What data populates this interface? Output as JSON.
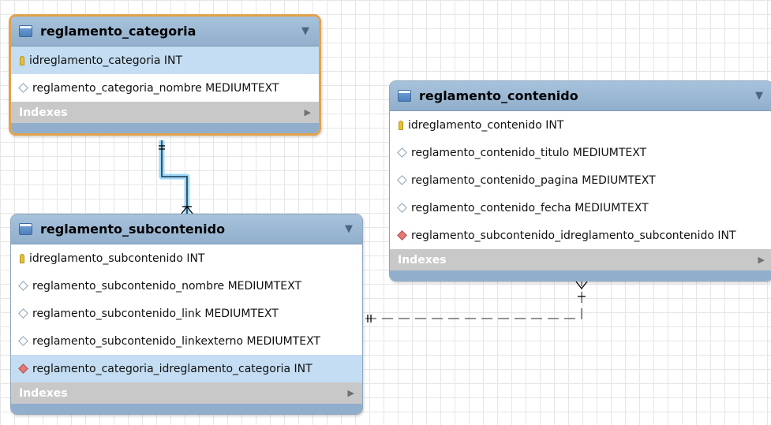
{
  "tables": {
    "categoria": {
      "name": "reglamento_categoria",
      "columns": [
        {
          "text": "idreglamento_categoria INT",
          "kind": "pk",
          "highlighted": true
        },
        {
          "text": "reglamento_categoria_nombre MEDIUMTEXT",
          "kind": "col",
          "highlighted": false
        }
      ],
      "indexes_label": "Indexes",
      "selected": true
    },
    "contenido": {
      "name": "reglamento_contenido",
      "columns": [
        {
          "text": "idreglamento_contenido INT",
          "kind": "pk",
          "highlighted": false
        },
        {
          "text": "reglamento_contenido_titulo MEDIUMTEXT",
          "kind": "col",
          "highlighted": false
        },
        {
          "text": "reglamento_contenido_pagina MEDIUMTEXT",
          "kind": "col",
          "highlighted": false
        },
        {
          "text": "reglamento_contenido_fecha MEDIUMTEXT",
          "kind": "col",
          "highlighted": false
        },
        {
          "text": "reglamento_subcontenido_idreglamento_subcontenido INT",
          "kind": "fk",
          "highlighted": false
        }
      ],
      "indexes_label": "Indexes",
      "selected": false
    },
    "subcontenido": {
      "name": "reglamento_subcontenido",
      "columns": [
        {
          "text": "idreglamento_subcontenido INT",
          "kind": "pk",
          "highlighted": false
        },
        {
          "text": "reglamento_subcontenido_nombre MEDIUMTEXT",
          "kind": "col",
          "highlighted": false
        },
        {
          "text": "reglamento_subcontenido_link MEDIUMTEXT",
          "kind": "col",
          "highlighted": false
        },
        {
          "text": "reglamento_subcontenido_linkexterno MEDIUMTEXT",
          "kind": "col",
          "highlighted": false
        },
        {
          "text": "reglamento_categoria_idreglamento_categoria INT",
          "kind": "fk",
          "highlighted": true
        }
      ],
      "indexes_label": "Indexes",
      "selected": false
    }
  },
  "relationships": [
    {
      "from": "reglamento_categoria",
      "to": "reglamento_subcontenido",
      "identifying": true,
      "highlighted": true,
      "cardinality": "one-to-many"
    },
    {
      "from": "reglamento_subcontenido",
      "to": "reglamento_contenido",
      "identifying": false,
      "highlighted": false,
      "cardinality": "one-to-many"
    }
  ],
  "colors": {
    "header": "#91afcc",
    "selected_border": "#e2a24a",
    "highlight_row": "#c4ddf2",
    "link_highlight": "#3aa6e8",
    "link_normal": "#555555"
  },
  "icons": {
    "table": "table-icon",
    "primary_key": "key-icon",
    "column": "diamond-icon",
    "foreign_key": "red-diamond-icon",
    "collapse": "triangle-down-icon",
    "expand": "triangle-right-icon"
  }
}
